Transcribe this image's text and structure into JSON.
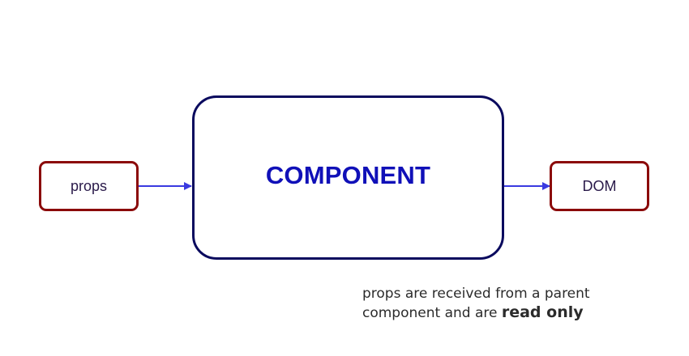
{
  "nodes": {
    "props": "props",
    "component": "COMPONENT",
    "dom": "DOM"
  },
  "note": {
    "line1": "props are received from a parent",
    "line2_prefix": "component and are ",
    "line2_bold": "read only"
  },
  "colors": {
    "small_box_border": "#8b0a0a",
    "component_border": "#0a0a5e",
    "component_text": "#1010b8",
    "arrow": "#3a3ae0",
    "note_text": "#2b2b2b"
  }
}
